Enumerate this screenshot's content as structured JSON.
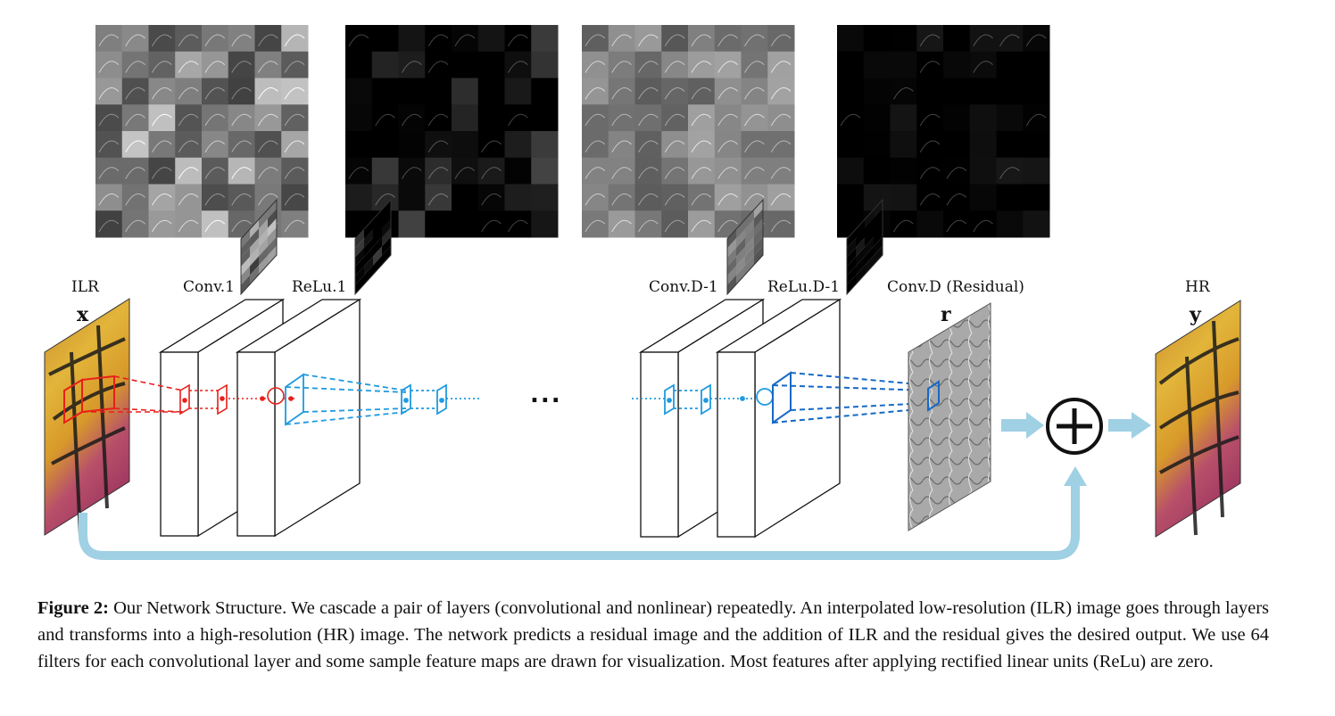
{
  "labels": {
    "ilr": "ILR",
    "x": "x",
    "conv1": "Conv.1",
    "relu1": "ReLu.1",
    "convd1": "Conv.D-1",
    "relud1": "ReLu.D-1",
    "convd": "Conv.D (Residual)",
    "r": "r",
    "hr": "HR",
    "y": "y",
    "ellipsis": "..."
  },
  "caption": {
    "figure_label": "Figure 2:",
    "text": " Our Network Structure.  We cascade a pair of layers (convolutional and nonlinear) repeatedly.  An interpolated low-resolution (ILR) image goes through layers and transforms into a high-resolution (HR) image. The network predicts a residual image and the addition of ILR and the residual gives the desired output.  We use 64 filters for each convolutional layer and some sample feature maps are drawn for visualization. Most features after applying rectified linear units (ReLu) are zero."
  },
  "colors": {
    "red": "#e8201a",
    "blue": "#1f9ae0",
    "dark_blue": "#1769c4",
    "skip_arrow": "#9fd0e4"
  },
  "feature_maps": [
    {
      "name": "conv1-feature-map",
      "base": 128,
      "spread": 70
    },
    {
      "name": "relu1-feature-map",
      "base": 10,
      "spread": 60
    },
    {
      "name": "convd1-feature-map",
      "base": 125,
      "spread": 40
    },
    {
      "name": "relud1-feature-map",
      "base": 4,
      "spread": 20
    }
  ]
}
